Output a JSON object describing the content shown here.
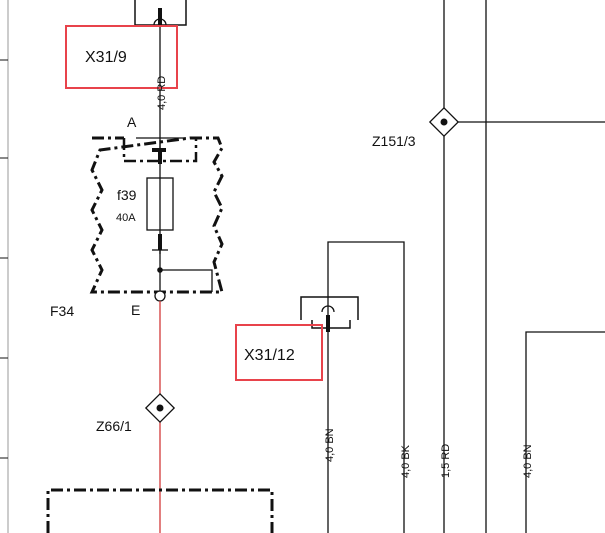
{
  "colors": {
    "wire": "#111111",
    "red_wire": "#d23a3a",
    "highlight": "#e8434b",
    "background": "#ffffff"
  },
  "labels": {
    "connector_x31_9": "X31/9",
    "connector_x31_12": "X31/12",
    "pin_a": "A",
    "pin_e": "E",
    "fuse_id": "f39",
    "fuse_rating": "40A",
    "fuse_box": "F34",
    "splice_z66": "Z66/1",
    "splice_z151": "Z151/3"
  },
  "wires": {
    "w1": "4,0 RD",
    "w2": "4,0 BN",
    "w3": "4,0 BK",
    "w4": "1,5 RD",
    "w5": "4,0 BN"
  }
}
